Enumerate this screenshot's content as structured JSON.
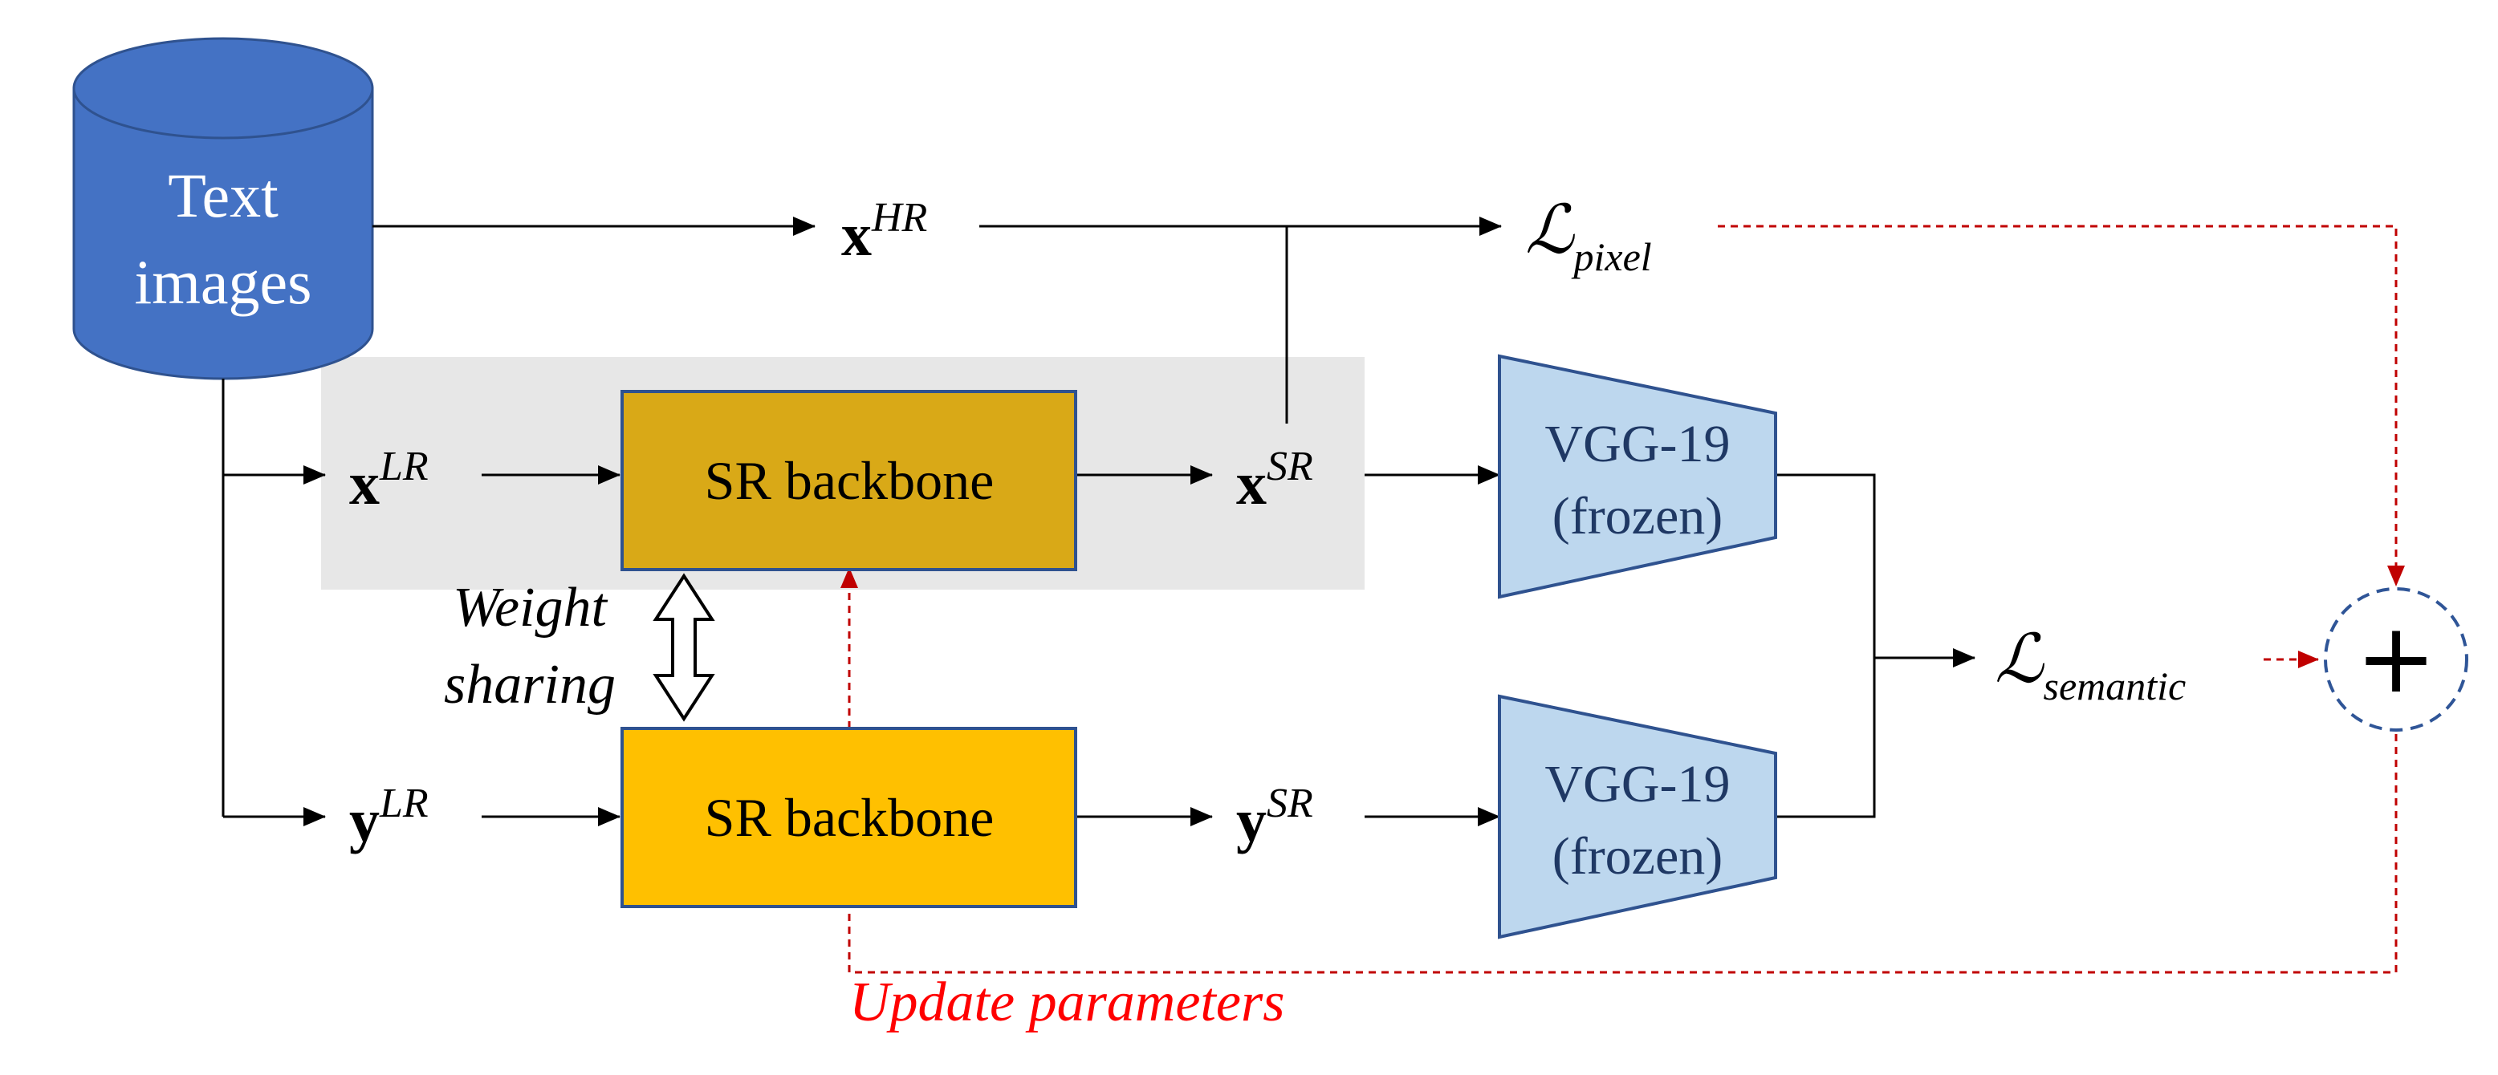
{
  "database": {
    "line1": "Text",
    "line2": "images"
  },
  "nodes": {
    "x_hr": {
      "base": "x",
      "sup": "HR"
    },
    "x_lr": {
      "base": "x",
      "sup": "LR"
    },
    "y_lr": {
      "base": "y",
      "sup": "LR"
    },
    "x_sr": {
      "base": "x",
      "sup": "SR"
    },
    "y_sr": {
      "base": "y",
      "sup": "SR"
    }
  },
  "backbone_top": "SR backbone",
  "backbone_bottom": "SR backbone",
  "vgg_top": {
    "line1": "VGG-19",
    "line2": "(frozen)"
  },
  "vgg_bottom": {
    "line1": "VGG-19",
    "line2": "(frozen)"
  },
  "losses": {
    "pixel": {
      "symbol": "ℒ",
      "sub": "pixel"
    },
    "semantic": {
      "symbol": "ℒ",
      "sub": "semantic"
    }
  },
  "weight_sharing": {
    "line1": "Weight",
    "line2": "sharing"
  },
  "update_label": "Update parameters",
  "sum_symbol": "+",
  "colors": {
    "database_fill": "#4472c4",
    "backbone_top_fill": "#d9a917",
    "backbone_bottom_fill": "#ffc000",
    "vgg_fill": "#bdd7ee",
    "vgg_text": "#1f3864",
    "shade": "#e7e7e7",
    "update_red": "#ff0000",
    "dashed_arrow": "#c00000",
    "sum_circle": "#2f5597"
  }
}
